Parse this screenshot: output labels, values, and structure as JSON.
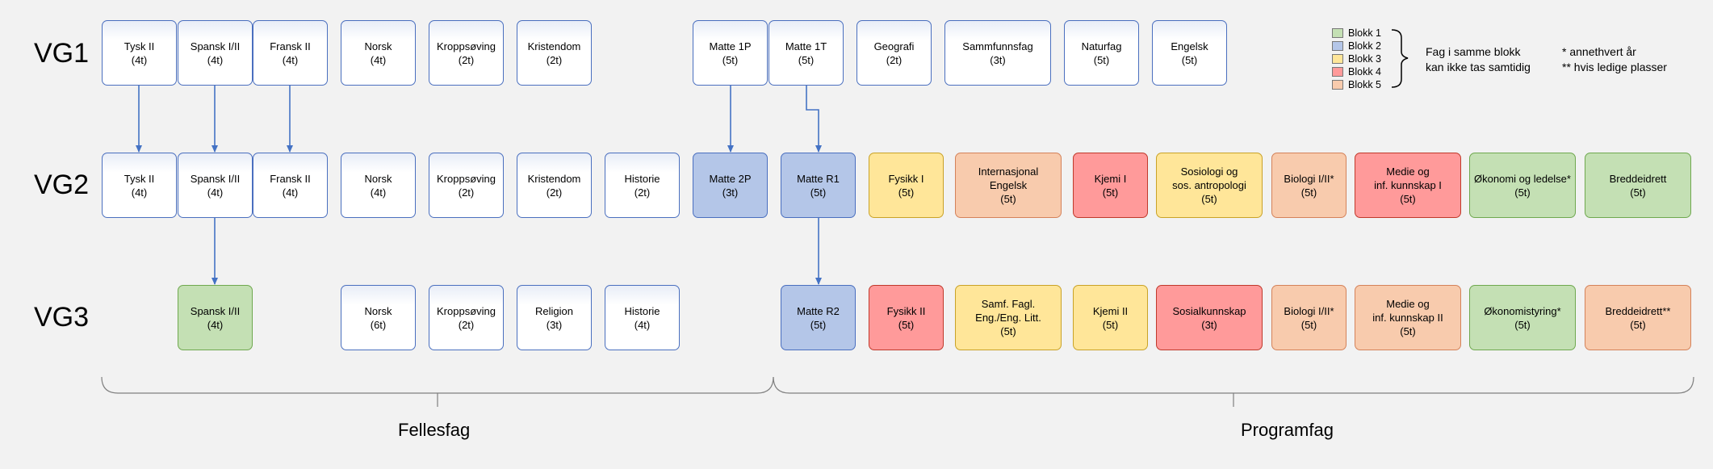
{
  "rows": [
    {
      "label": "VG1"
    },
    {
      "label": "VG2"
    },
    {
      "label": "VG3"
    }
  ],
  "vg1": [
    {
      "name": "Tysk II",
      "hours": "(4t)"
    },
    {
      "name": "Spansk I/II",
      "hours": "(4t)"
    },
    {
      "name": "Fransk II",
      "hours": "(4t)"
    },
    {
      "name": "Norsk",
      "hours": "(4t)"
    },
    {
      "name": "Kroppsøving",
      "hours": "(2t)"
    },
    {
      "name": "Kristendom",
      "hours": "(2t)"
    },
    {
      "name": "Matte 1P",
      "hours": "(5t)"
    },
    {
      "name": "Matte 1T",
      "hours": "(5t)"
    },
    {
      "name": "Geografi",
      "hours": "(2t)"
    },
    {
      "name": "Sammfunnsfag",
      "hours": "(3t)"
    },
    {
      "name": "Naturfag",
      "hours": "(5t)"
    },
    {
      "name": "Engelsk",
      "hours": "(5t)"
    }
  ],
  "vg2": [
    {
      "name": "Tysk II",
      "hours": "(4t)"
    },
    {
      "name": "Spansk I/II",
      "hours": "(4t)"
    },
    {
      "name": "Fransk II",
      "hours": "(4t)"
    },
    {
      "name": "Norsk",
      "hours": "(4t)"
    },
    {
      "name": "Kroppsøving",
      "hours": "(2t)"
    },
    {
      "name": "Kristendom",
      "hours": "(2t)"
    },
    {
      "name": "Historie",
      "hours": "(2t)"
    },
    {
      "name": "Matte 2P",
      "hours": "(3t)",
      "blokk": 2
    },
    {
      "name": "Matte R1",
      "hours": "(5t)",
      "blokk": 2
    },
    {
      "name": "Fysikk I",
      "hours": "(5t)",
      "blokk": 3
    },
    {
      "name": "Internasjonal",
      "name2": "Engelsk",
      "hours": "(5t)",
      "blokk": 5
    },
    {
      "name": "Kjemi I",
      "hours": "(5t)",
      "blokk": 4
    },
    {
      "name": "Sosiologi og",
      "name2": "sos. antropologi",
      "hours": "(5t)",
      "blokk": 3
    },
    {
      "name": "Biologi I/II*",
      "hours": "(5t)",
      "blokk": 5
    },
    {
      "name": "Medie og",
      "name2": "inf. kunnskap I",
      "hours": "(5t)",
      "blokk": 4
    },
    {
      "name": "Økonomi og ledelse*",
      "hours": "(5t)",
      "blokk": 1
    },
    {
      "name": "Breddeidrett",
      "hours": "(5t)",
      "blokk": 1
    }
  ],
  "vg3": [
    {
      "name": "Spansk I/II",
      "hours": "(4t)",
      "blokk": 1
    },
    {
      "name": "Norsk",
      "hours": "(6t)"
    },
    {
      "name": "Kroppsøving",
      "hours": "(2t)"
    },
    {
      "name": "Religion",
      "hours": "(3t)"
    },
    {
      "name": "Historie",
      "hours": "(4t)"
    },
    {
      "name": "Matte R2",
      "hours": "(5t)",
      "blokk": 2
    },
    {
      "name": "Fysikk II",
      "hours": "(5t)",
      "blokk": 4
    },
    {
      "name": "Samf. Fagl.",
      "name2": "Eng./Eng. Litt.",
      "hours": "(5t)",
      "blokk": 3
    },
    {
      "name": "Kjemi II",
      "hours": "(5t)",
      "blokk": 3
    },
    {
      "name": "Sosialkunnskap",
      "hours": "(3t)",
      "blokk": 4
    },
    {
      "name": "Biologi I/II*",
      "hours": "(5t)",
      "blokk": 5
    },
    {
      "name": "Medie og",
      "name2": "inf. kunnskap II",
      "hours": "(5t)",
      "blokk": 5
    },
    {
      "name": "Økonomistyring*",
      "hours": "(5t)",
      "blokk": 1
    },
    {
      "name": "Breddeidrett**",
      "hours": "(5t)",
      "blokk": 5
    }
  ],
  "legend": {
    "items": [
      {
        "label": "Blokk 1",
        "color": "#c4e0b4"
      },
      {
        "label": "Blokk 2",
        "color": "#b4c6e8"
      },
      {
        "label": "Blokk 3",
        "color": "#ffe699"
      },
      {
        "label": "Blokk 4",
        "color": "#ff9a9a"
      },
      {
        "label": "Blokk 5",
        "color": "#f8cbad"
      }
    ],
    "brace_note_1": "Fag i samme blokk",
    "brace_note_2": "kan ikke tas samtidig",
    "star_note_1": "* annethvert år",
    "star_note_2": "** hvis ledige plasser"
  },
  "groups": {
    "fellesfag": "Fellesfag",
    "programfag": "Programfag"
  }
}
